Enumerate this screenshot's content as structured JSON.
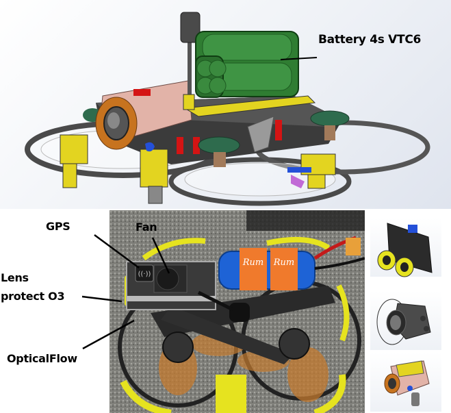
{
  "figure": {
    "cad_view": {
      "labels": {
        "battery": "Battery 4s VTC6"
      }
    },
    "photo_view": {
      "labels": {
        "gps": "GPS",
        "fan": "Fan",
        "lens_line1": "Lens",
        "lens_line2": "protect O3",
        "optical_flow": "OpticalFlow"
      },
      "strap_text": "Rum"
    },
    "thumbnails": [
      {
        "name": "optical-flow-sensor"
      },
      {
        "name": "o3-camera-lens"
      },
      {
        "name": "camera-fan-module"
      }
    ],
    "colors": {
      "battery_green": "#2f7d32",
      "frame_yellow": "#e3d420",
      "carbon": "#3a3a3a",
      "pink_bracket": "#e2b3a8",
      "motor_green": "#2e6b4d",
      "battery_blue": "#1e63d6",
      "strap_orange": "#f07a2c"
    }
  }
}
